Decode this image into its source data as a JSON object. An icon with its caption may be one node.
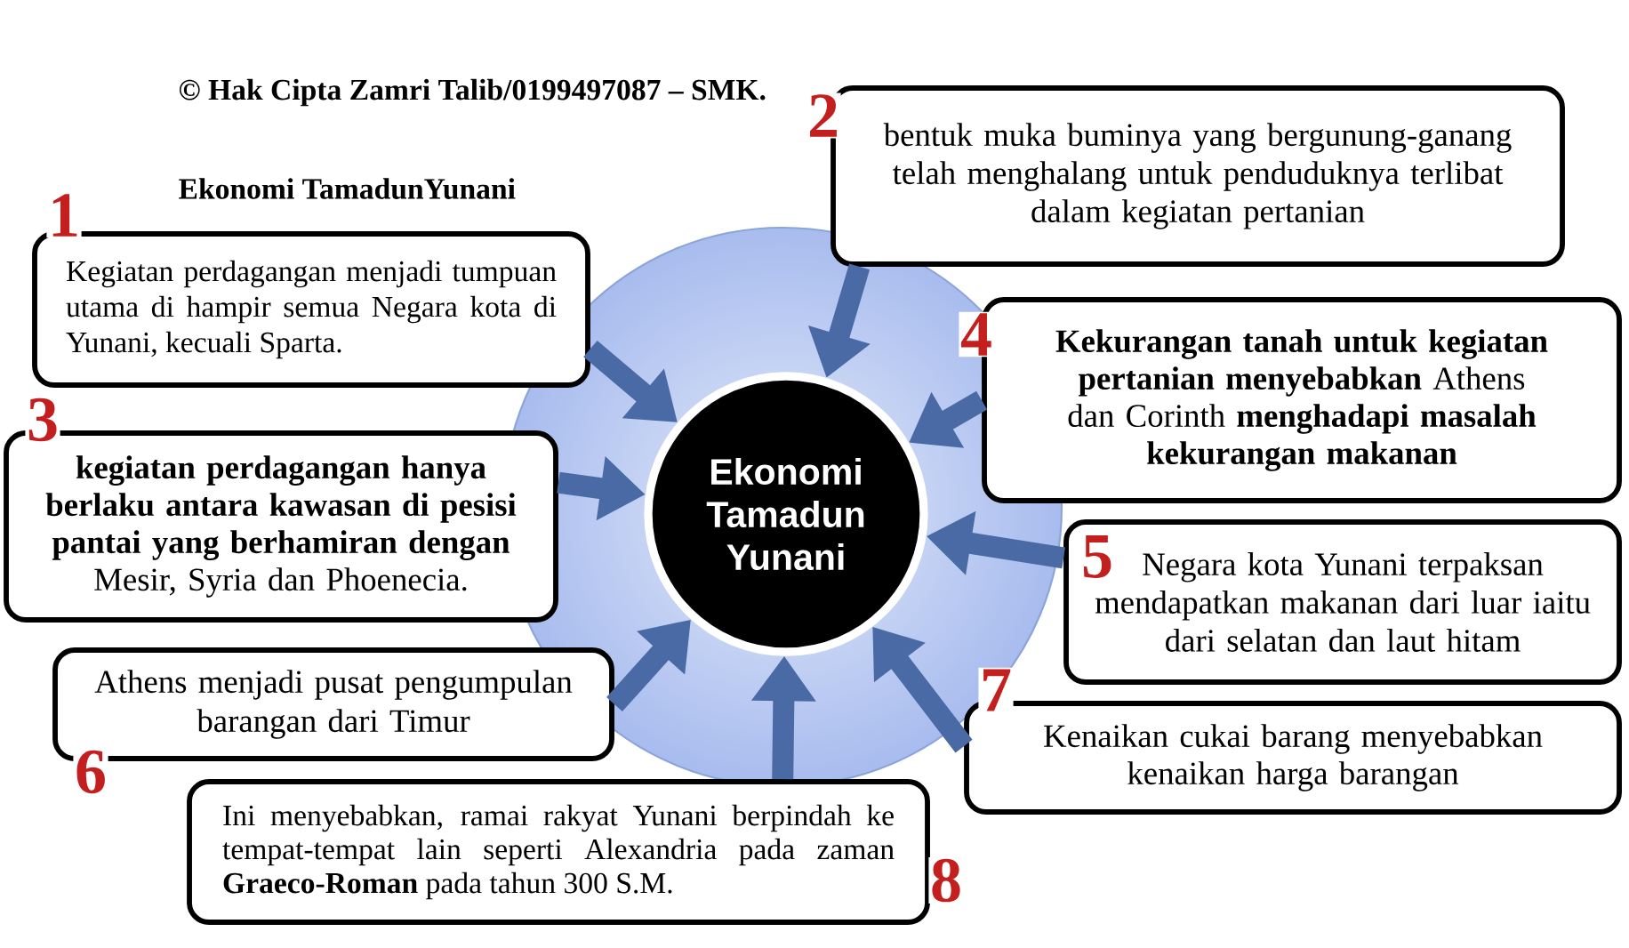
{
  "diagram": {
    "title": "Ekonomi TamadunYunani",
    "nodes": [
      {
        "text": [
          "Ekonomi Tamadun Yunani"
        ]
      },
      {
        "text": [
          "Kegiatan perdagangan menjadi tumpuan utama di hampir semua Negara kota di Yunani, kecuali Sparta."
        ],
        "beside": [
          "1"
        ]
      },
      {
        "text": [
          "bentuk muka buminya yang bergunung-ganang telah menghalang untuk penduduknya terlibat dalam kegiatan pertanian"
        ],
        "beside": [
          "2"
        ]
      },
      {
        "text": [
          "**kegiatan perdagangan hanya berlaku antara kawasan di pesisi pantai yang berhamiran dengan** Mesir, Syria dan Phoenecia."
        ],
        "beside": [
          "3"
        ]
      },
      {
        "text": [
          "**Kekurangan tanah untuk kegiatan pertanian menyebabkan** Athens dan Corinth **menghadapi masalah kekurangan makanan**"
        ],
        "beside": [
          "4"
        ]
      },
      {
        "text": [
          "5",
          "Negara kota Yunani terpaksan mendapatkan makanan dari luar iaitu dari selatan dan laut hitam"
        ]
      },
      {
        "text": [
          "Athens menjadi pusat pengumpulan barangan dari Timur"
        ],
        "beside": [
          "6"
        ]
      },
      {
        "text": [
          "Kenaikan cukai barang menyebabkan kenaikan harga barangan"
        ],
        "beside": [
          "7"
        ]
      },
      {
        "text": [
          "Ini menyebabkan, ramai rakyat Yunani berpindah ke tempat-tempat lain seperti Alexandria pada zaman **Graeco-Roman** pada tahun 300 S.M."
        ],
        "beside": [
          "8"
        ]
      }
    ],
    "edges": [
      {
        "from": 1,
        "to": 0,
        "arrow": "to"
      },
      {
        "from": 2,
        "to": 0,
        "arrow": "to"
      },
      {
        "from": 3,
        "to": 0,
        "arrow": "to"
      },
      {
        "from": 4,
        "to": 0,
        "arrow": "to"
      },
      {
        "from": 5,
        "to": 0,
        "arrow": "to"
      },
      {
        "from": 6,
        "to": 0,
        "arrow": "to"
      },
      {
        "from": 7,
        "to": 0,
        "arrow": "to"
      },
      {
        "from": 8,
        "to": 0,
        "arrow": "to"
      }
    ],
    "labels": [
      "© Hak Cipta Zamri Talib/0199497087 – SMK."
    ]
  }
}
